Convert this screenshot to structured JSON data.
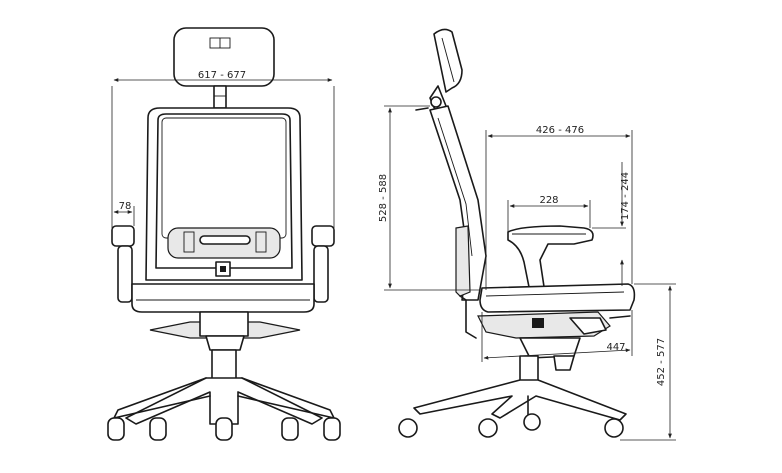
{
  "views": {
    "front": {
      "overall_width": "617  -  677",
      "armrest_width": "78"
    },
    "side": {
      "back_height": "528  -  588",
      "seat_depth_range": "426  -  476",
      "armrest_height": "174  -  244",
      "armrest_depth": "228",
      "seat_depth": "447",
      "seat_height": "452  -  577"
    }
  }
}
